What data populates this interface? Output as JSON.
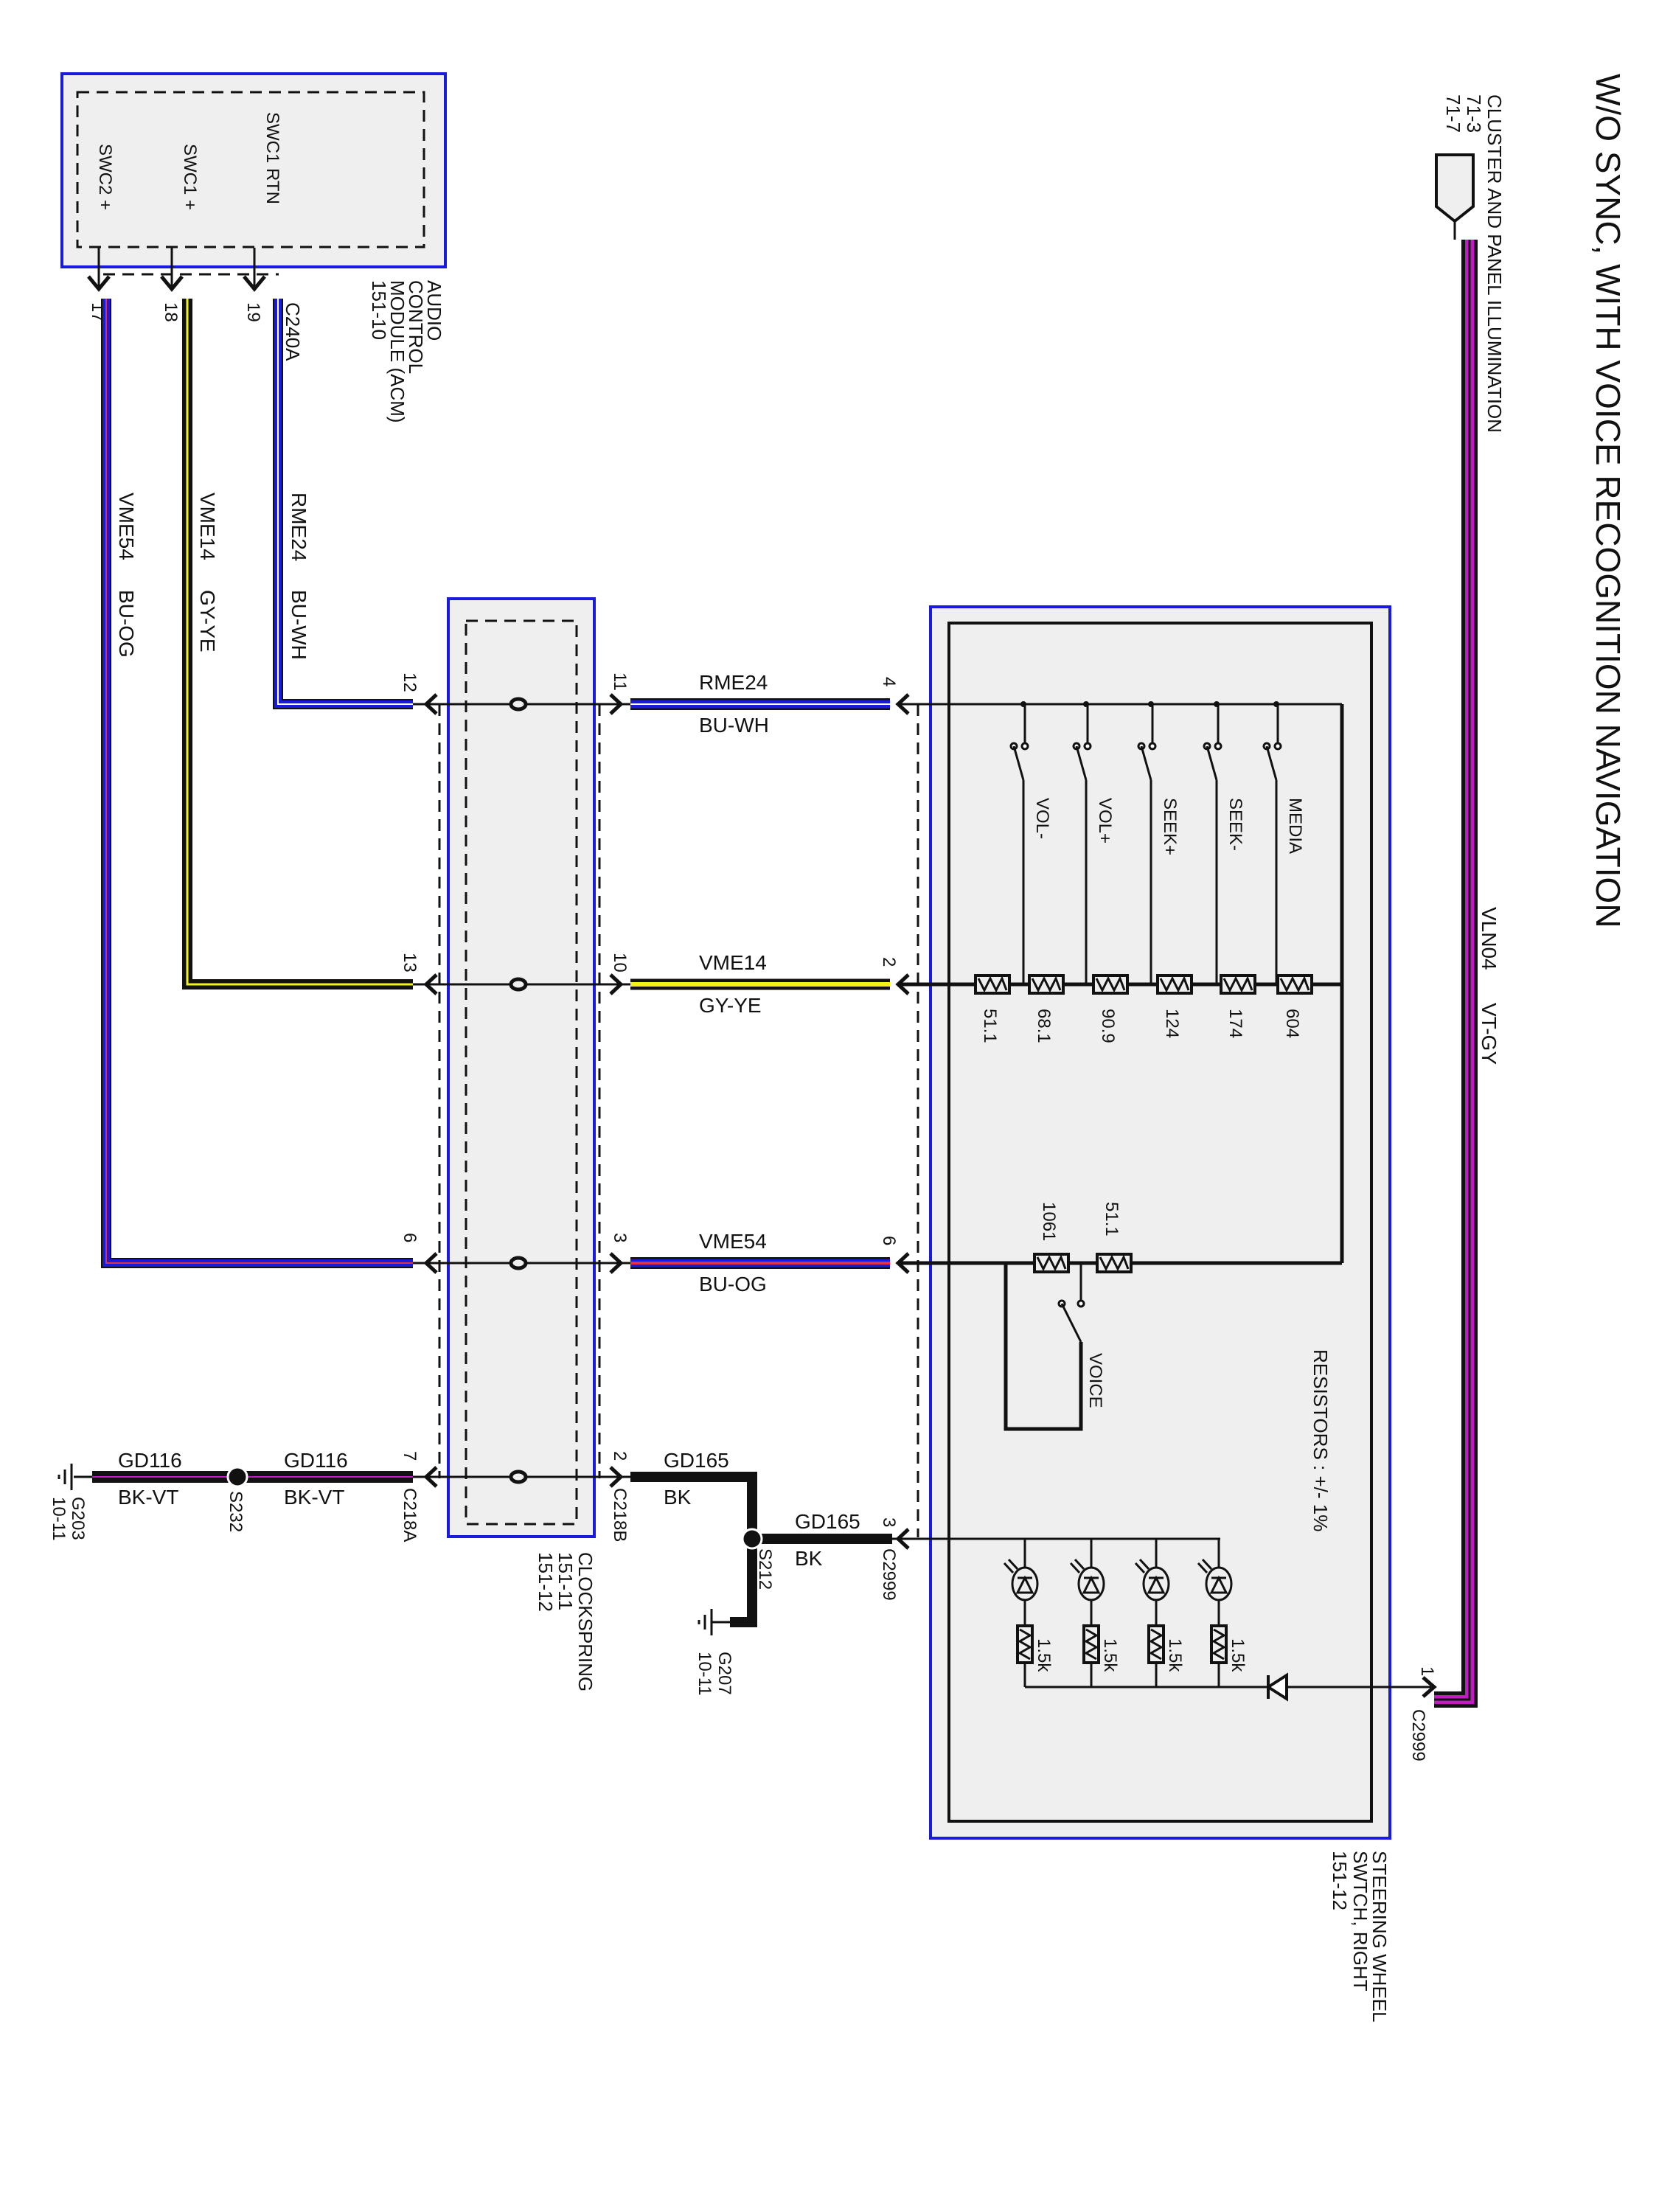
{
  "title": "W/O SYNC, WITH VOICE RECOGNITION NAVIGATION",
  "cluster": {
    "label": "CLUSTER AND PANEL ILLUMINATION",
    "refs": [
      "71-3",
      "71-7"
    ],
    "wire": {
      "circuit": "VLN04",
      "color": "VT-GY",
      "colors_hex": [
        "#111111",
        "#c41ac4"
      ]
    }
  },
  "acm": {
    "name_lines": [
      "AUDIO",
      "CONTROL",
      "MODULE (ACM)",
      "151-10"
    ],
    "connector": "C240A",
    "pins": [
      {
        "label": "SWC1 RTN",
        "pin": "19"
      },
      {
        "label": "SWC1 +",
        "pin": "18"
      },
      {
        "label": "SWC2 +",
        "pin": "17"
      }
    ]
  },
  "wires_left": [
    {
      "circuit": "RME24",
      "color": "BU-WH"
    },
    {
      "circuit": "VME14",
      "color": "GY-YE"
    },
    {
      "circuit": "VME54",
      "color": "BU-OG"
    }
  ],
  "clockspring": {
    "name_lines": [
      "CLOCKSPRING",
      "151-11",
      "151-12"
    ],
    "connector_left": "C218A",
    "connector_right": "C218B",
    "left_pins": [
      "12",
      "13",
      "6",
      "7"
    ],
    "right_pins": [
      "11",
      "10",
      "3",
      "2"
    ]
  },
  "wires_mid": [
    {
      "circuit": "RME24",
      "color": "BU-WH"
    },
    {
      "circuit": "VME14",
      "color": "GY-YE"
    },
    {
      "circuit": "VME54",
      "color": "BU-OG"
    }
  ],
  "switch": {
    "name_lines": [
      "STEERING WHEEL",
      "SWTCH, RIGHT",
      "151-12"
    ],
    "connector": "C2999",
    "pins_in": [
      "4",
      "2",
      "6",
      "3"
    ],
    "illum_pin": "1",
    "buttons": [
      "MEDIA",
      "SEEK-",
      "SEEK+",
      "VOL+",
      "VOL-"
    ],
    "ladder_resistors": [
      "604",
      "174",
      "124",
      "90.9",
      "68.1",
      "51.1"
    ],
    "voice_resistors": [
      "51.1",
      "1061"
    ],
    "voice_label": "VOICE",
    "note": "RESISTORS : +/- 1%",
    "led_resistors": [
      "1.5k",
      "1.5k",
      "1.5k",
      "1.5k"
    ]
  },
  "ground": {
    "gd116": {
      "circuit": "GD116",
      "color": "BK-VT"
    },
    "gd165": {
      "circuit": "GD165",
      "color": "BK"
    },
    "splice_s232": "S232",
    "splice_s212": "S212",
    "g203": [
      "G203",
      "10-11"
    ],
    "g207": [
      "G207",
      "10-11"
    ]
  },
  "wire_colors": {
    "blue": "#1a1adc",
    "white": "#ffffff",
    "yellow": "#f2f21a",
    "orange": "#e0304a",
    "violet": "#c41ac4",
    "black": "#111111"
  }
}
